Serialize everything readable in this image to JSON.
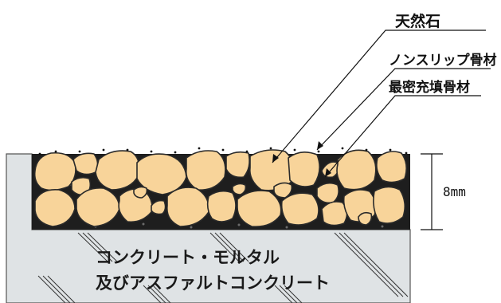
{
  "labels": {
    "stone": "天然石",
    "nonslip": "ノンスリップ骨材",
    "dense": "最密充填骨材",
    "thickness": "8mm",
    "base_line1": "コンクリート・モルタル",
    "base_line2": "及びアスファルトコンクリート"
  },
  "colors": {
    "stone_fill": "#f8d49a",
    "stone_stroke": "#2a2a2a",
    "substrate": "#dfe3e5",
    "aggregate": "#1e1e1e",
    "line": "#111111"
  }
}
